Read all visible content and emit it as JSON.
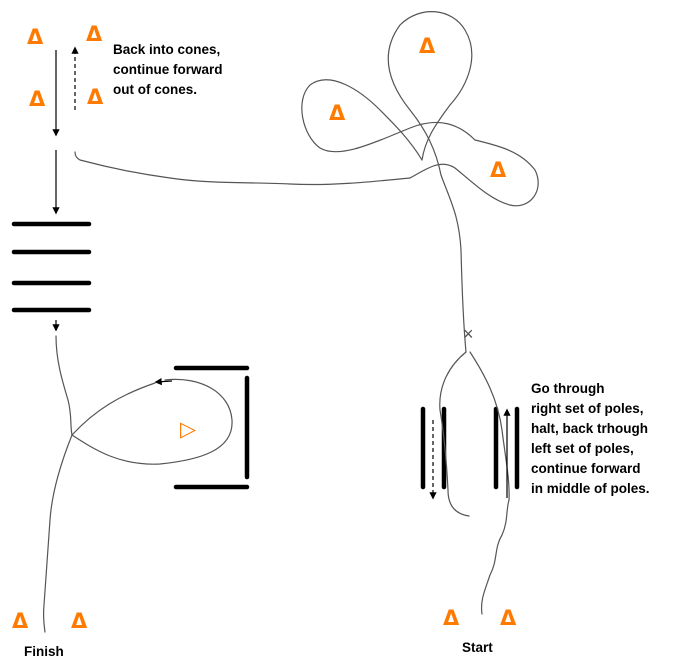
{
  "cone_glyph": "Δ",
  "cone_color": "#ff7a00",
  "cone_glyph_right": "▷",
  "notes": {
    "cones_line1": "Back into cones,",
    "cones_line2": "continue forward",
    "cones_line3": "out of cones.",
    "poles_line1": "Go through",
    "poles_line2": "right set of poles,",
    "poles_line3": "halt, back trhough",
    "poles_line4": "left set of poles,",
    "poles_line5": "continue forward",
    "poles_line6": "in middle of poles."
  },
  "labels": {
    "start": "Start",
    "finish": "Finish",
    "turn_marker": "×"
  }
}
